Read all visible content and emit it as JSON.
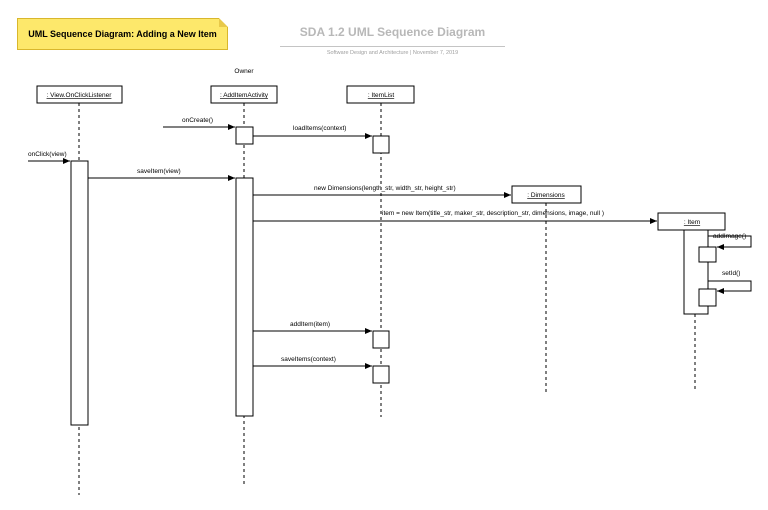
{
  "note": {
    "text": "UML Sequence Diagram: Adding a New Item",
    "color": "#fde86b"
  },
  "header": {
    "title": "SDA 1.2 UML Sequence Diagram",
    "subtitle": "Software Design and Architecture  |  November 7, 2019"
  },
  "owner_label": "Owner",
  "participants": {
    "listener": ": View.OnClickListener",
    "activity": ": AddItemActivity",
    "itemlist": ": ItemList",
    "dimensions": ": Dimensions",
    "item": ": Item"
  },
  "messages": {
    "onCreate": "onCreate()",
    "loadItems": "loadItems(context)",
    "onClick": "onClick(view)",
    "saveItem": "saveItem(view)",
    "newDimensions": "new Dimensions(length_str, width_str, height_str)",
    "newItem": "item = new Item(title_str, maker_str, description_str, dimensions, image, null )",
    "addImage": "addImage()",
    "setId": "setId()",
    "addItem": "addItem(item)",
    "saveItems": "saveItems(context)"
  }
}
